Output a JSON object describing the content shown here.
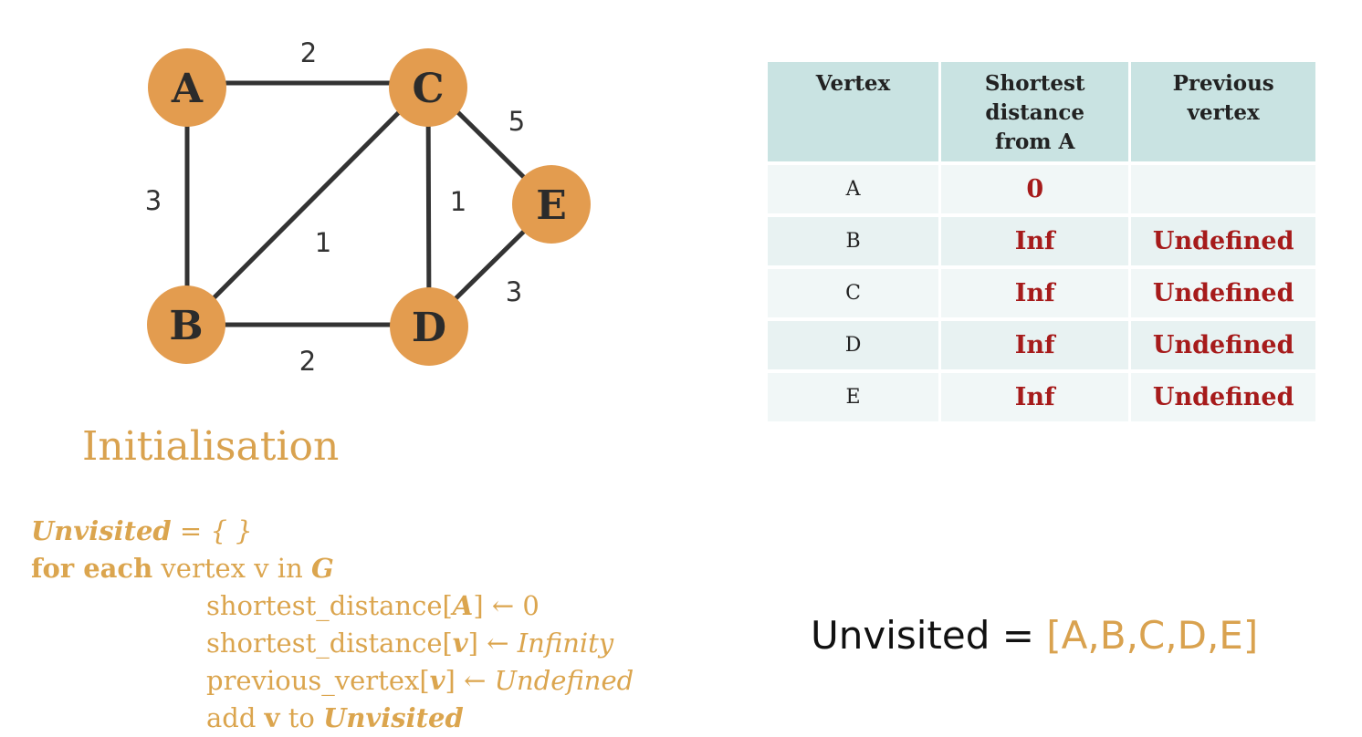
{
  "graph": {
    "nodes": [
      "A",
      "B",
      "C",
      "D",
      "E"
    ],
    "edges": [
      {
        "from": "A",
        "to": "C",
        "weight": "2"
      },
      {
        "from": "A",
        "to": "B",
        "weight": "3"
      },
      {
        "from": "B",
        "to": "C",
        "weight": "1"
      },
      {
        "from": "C",
        "to": "D",
        "weight": "1"
      },
      {
        "from": "C",
        "to": "E",
        "weight": "5"
      },
      {
        "from": "B",
        "to": "D",
        "weight": "2"
      },
      {
        "from": "D",
        "to": "E",
        "weight": "3"
      }
    ],
    "node_color": "#e39c4f",
    "edge_color": "#333333"
  },
  "table": {
    "headers": [
      "Vertex",
      "Shortest distance from A",
      "Previous vertex"
    ],
    "rows": [
      {
        "vertex": "A",
        "distance": "0",
        "previous": ""
      },
      {
        "vertex": "B",
        "distance": "Inf",
        "previous": "Undefined"
      },
      {
        "vertex": "C",
        "distance": "Inf",
        "previous": "Undefined"
      },
      {
        "vertex": "D",
        "distance": "Inf",
        "previous": "Undefined"
      },
      {
        "vertex": "E",
        "distance": "Inf",
        "previous": "Undefined"
      }
    ],
    "header_color": "#c9e3e2",
    "value_color": "#a61b1b"
  },
  "section_title": "Initialisation",
  "pseudocode": {
    "line1": {
      "set": "Unvisited",
      "rest": " = { }"
    },
    "line2": {
      "kw": "for each",
      "text": " vertex v in ",
      "graph": "G"
    },
    "line3": {
      "a": "shortest_distance[",
      "var": "A",
      "b": "] ← 0"
    },
    "line4": {
      "a": "shortest_distance[",
      "var": "v",
      "b": "] ← ",
      "val": "Infinity"
    },
    "line5": {
      "a": "previous_vertex[",
      "var": "v",
      "b": "] ← ",
      "val": "Undefined"
    },
    "line6": {
      "a": "add ",
      "var": "v",
      "b": " to ",
      "set": "Unvisited"
    },
    "color": "#dba54e"
  },
  "unvisited": {
    "label": "Unvisited = ",
    "value": "[A,B,C,D,E]",
    "value_color": "#d9a24f"
  }
}
